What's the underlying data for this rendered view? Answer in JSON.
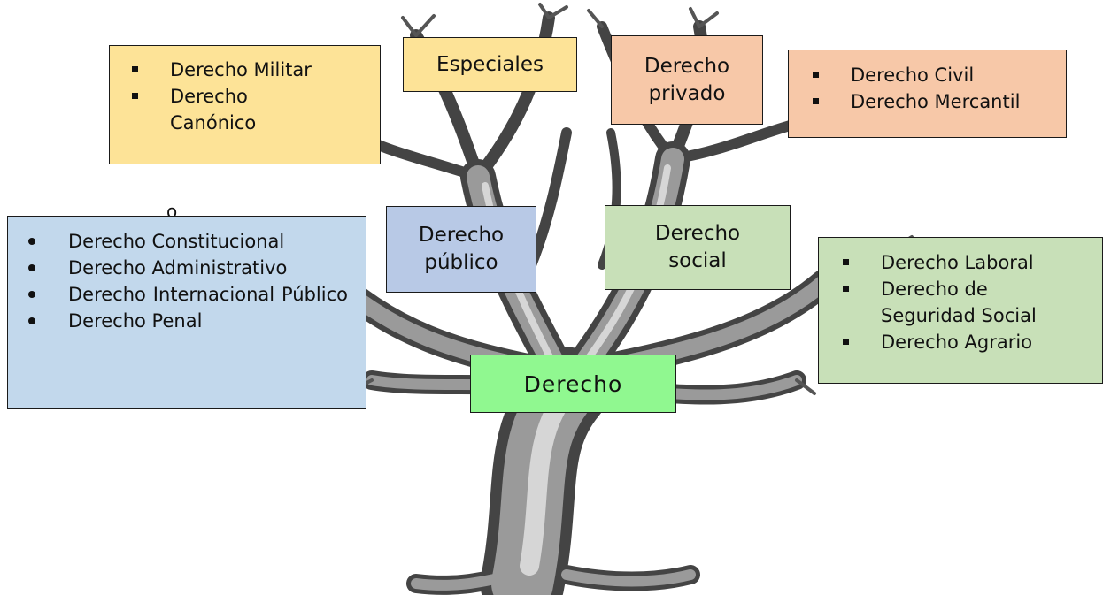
{
  "root": {
    "label": "Derecho"
  },
  "branches": {
    "especiales": {
      "label": "Especiales",
      "items": [
        "Derecho Militar",
        "Derecho Canónico"
      ]
    },
    "privado": {
      "label": "Derecho privado",
      "items": [
        "Derecho Civil",
        "Derecho Mercantil"
      ]
    },
    "publico": {
      "label": "Derecho público",
      "items": [
        "Derecho Constitucional",
        "Derecho Administrativo",
        "Derecho Internacional Público",
        "Derecho Penal"
      ]
    },
    "social": {
      "label": "Derecho social",
      "items": [
        "Derecho Laboral",
        "Derecho de Seguridad Social",
        "Derecho Agrario"
      ]
    }
  },
  "stray_mark": "o",
  "colors": {
    "especiales": "#fde397",
    "privado": "#f7c8a8",
    "publico_list": "#c2d8ec",
    "publico": "#b8c9e6",
    "social": "#c8e0b8",
    "root": "#90f890"
  }
}
